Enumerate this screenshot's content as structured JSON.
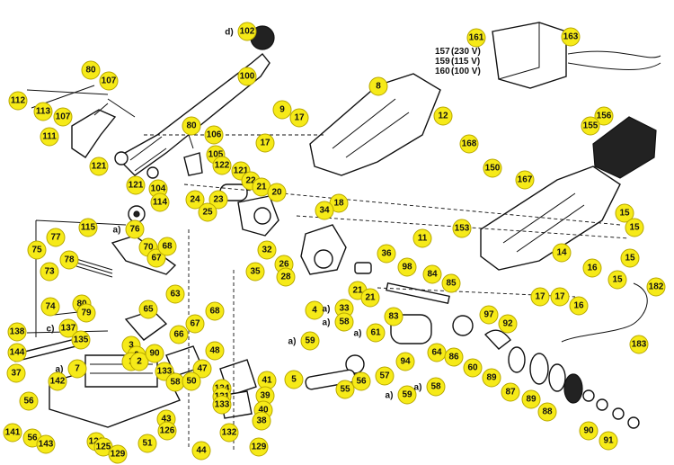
{
  "diagram": {
    "voltage_labels": [
      {
        "part": "157",
        "text": "(230 V)"
      },
      {
        "part": "159",
        "text": "(115 V)"
      },
      {
        "part": "160",
        "text": "(100 V)"
      }
    ],
    "callouts": [
      {
        "label": "102",
        "prefix": "d)"
      },
      {
        "label": "100"
      },
      {
        "label": "80"
      },
      {
        "label": "107"
      },
      {
        "label": "112"
      },
      {
        "label": "113"
      },
      {
        "label": "107"
      },
      {
        "label": "111"
      },
      {
        "label": "121"
      },
      {
        "label": "80"
      },
      {
        "label": "106"
      },
      {
        "label": "105"
      },
      {
        "label": "122"
      },
      {
        "label": "121"
      },
      {
        "label": "22"
      },
      {
        "label": "121"
      },
      {
        "label": "104"
      },
      {
        "label": "114"
      },
      {
        "label": "21"
      },
      {
        "label": "20"
      },
      {
        "label": "24"
      },
      {
        "label": "23"
      },
      {
        "label": "25"
      },
      {
        "label": "115"
      },
      {
        "label": "76",
        "prefix": "a)"
      },
      {
        "label": "77"
      },
      {
        "label": "75"
      },
      {
        "label": "70"
      },
      {
        "label": "67"
      },
      {
        "label": "68"
      },
      {
        "label": "78"
      },
      {
        "label": "73"
      },
      {
        "label": "74"
      },
      {
        "label": "63"
      },
      {
        "label": "80"
      },
      {
        "label": "79"
      },
      {
        "label": "65"
      },
      {
        "label": "137",
        "prefix": "c)"
      },
      {
        "label": "138"
      },
      {
        "label": "135"
      },
      {
        "label": "144"
      },
      {
        "label": "37"
      },
      {
        "label": "7",
        "prefix": "a)"
      },
      {
        "label": "67"
      },
      {
        "label": "68"
      },
      {
        "label": "66"
      },
      {
        "label": "3"
      },
      {
        "label": "2"
      },
      {
        "label": "1"
      },
      {
        "label": "2"
      },
      {
        "label": "90"
      },
      {
        "label": "48"
      },
      {
        "label": "47"
      },
      {
        "label": "133"
      },
      {
        "label": "58"
      },
      {
        "label": "50"
      },
      {
        "label": "134"
      },
      {
        "label": "131"
      },
      {
        "label": "133"
      },
      {
        "label": "41"
      },
      {
        "label": "39"
      },
      {
        "label": "40"
      },
      {
        "label": "38"
      },
      {
        "label": "142"
      },
      {
        "label": "56"
      },
      {
        "label": "141"
      },
      {
        "label": "56"
      },
      {
        "label": "143"
      },
      {
        "label": "126"
      },
      {
        "label": "125"
      },
      {
        "label": "129"
      },
      {
        "label": "51"
      },
      {
        "label": "43"
      },
      {
        "label": "126"
      },
      {
        "label": "132"
      },
      {
        "label": "44"
      },
      {
        "label": "129"
      },
      {
        "label": "161"
      },
      {
        "label": "163"
      },
      {
        "label": "8"
      },
      {
        "label": "9"
      },
      {
        "label": "17"
      },
      {
        "label": "17"
      },
      {
        "label": "12"
      },
      {
        "label": "168"
      },
      {
        "label": "156"
      },
      {
        "label": "155"
      },
      {
        "label": "150"
      },
      {
        "label": "167"
      },
      {
        "label": "15"
      },
      {
        "label": "15"
      },
      {
        "label": "153"
      },
      {
        "label": "11"
      },
      {
        "label": "14"
      },
      {
        "label": "15"
      },
      {
        "label": "16"
      },
      {
        "label": "15"
      },
      {
        "label": "17"
      },
      {
        "label": "17"
      },
      {
        "label": "16"
      },
      {
        "label": "182"
      },
      {
        "label": "183"
      },
      {
        "label": "18"
      },
      {
        "label": "34"
      },
      {
        "label": "32"
      },
      {
        "label": "26"
      },
      {
        "label": "35"
      },
      {
        "label": "28"
      },
      {
        "label": "36"
      },
      {
        "label": "98"
      },
      {
        "label": "84"
      },
      {
        "label": "85"
      },
      {
        "label": "21"
      },
      {
        "label": "21"
      },
      {
        "label": "4"
      },
      {
        "label": "33",
        "prefix": "a)"
      },
      {
        "label": "58",
        "prefix": "a)"
      },
      {
        "label": "83"
      },
      {
        "label": "97"
      },
      {
        "label": "92"
      },
      {
        "label": "59",
        "prefix": "a)"
      },
      {
        "label": "61",
        "prefix": "a)"
      },
      {
        "label": "64"
      },
      {
        "label": "94"
      },
      {
        "label": "86"
      },
      {
        "label": "60"
      },
      {
        "label": "89"
      },
      {
        "label": "87"
      },
      {
        "label": "89"
      },
      {
        "label": "88"
      },
      {
        "label": "90"
      },
      {
        "label": "91"
      },
      {
        "label": "5"
      },
      {
        "label": "55"
      },
      {
        "label": "56"
      },
      {
        "label": "57"
      },
      {
        "label": "59",
        "prefix": "a)"
      },
      {
        "label": "58",
        "prefix": "a)"
      }
    ]
  }
}
